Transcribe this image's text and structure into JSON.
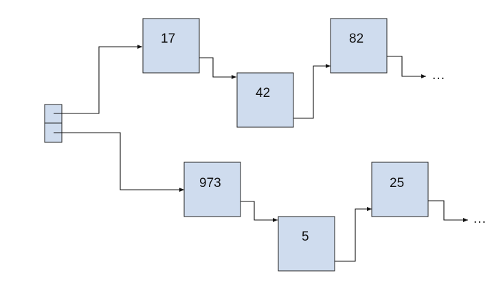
{
  "header": {
    "cells": [
      "",
      ""
    ]
  },
  "lists": [
    {
      "nodes": [
        {
          "value": "17"
        },
        {
          "value": "42"
        },
        {
          "value": "82"
        }
      ],
      "continuation": "…"
    },
    {
      "nodes": [
        {
          "value": "973"
        },
        {
          "value": "5"
        },
        {
          "value": "25"
        }
      ],
      "continuation": "…"
    }
  ],
  "colors": {
    "node_fill": "#cfdcee",
    "stroke": "#111111"
  }
}
